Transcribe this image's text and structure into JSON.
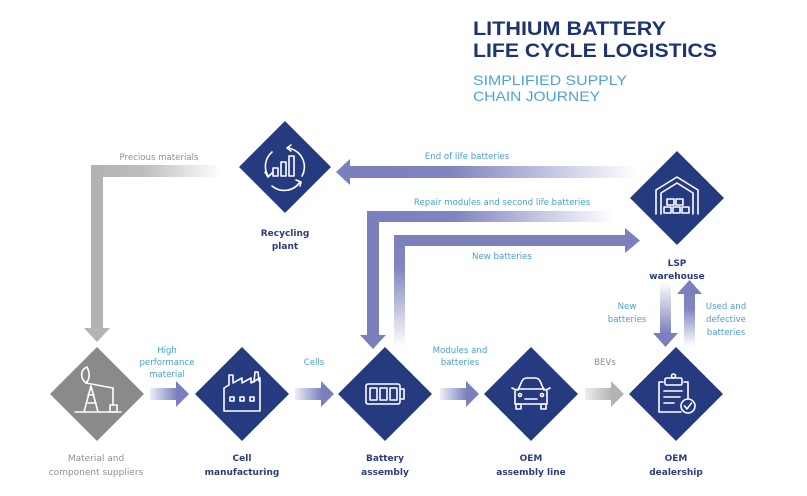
{
  "title": {
    "line1": "LITHIUM BATTERY",
    "line2": "LIFE CYCLE LOGISTICS"
  },
  "subtitle": {
    "line1": "SIMPLIFIED SUPPLY",
    "line2": "CHAIN JOURNEY"
  },
  "colors": {
    "node_navy": "#263a80",
    "node_gray": "#8a8a8a",
    "arrow_purple": "#7b7fbc",
    "arrow_gray": "#b3b3b3",
    "title": "#1e3371",
    "subtitle": "#4ea3d6",
    "flow_label": "#4b9fd2"
  },
  "nodes": [
    {
      "id": "material-suppliers",
      "label": [
        "Material and",
        "component suppliers"
      ],
      "icon": "oil-pump-icon"
    },
    {
      "id": "cell-manufacturing",
      "label": [
        "Cell",
        "manufacturing"
      ],
      "icon": "factory-icon"
    },
    {
      "id": "battery-assembly",
      "label": [
        "Battery",
        "assembly"
      ],
      "icon": "battery-icon"
    },
    {
      "id": "oem-assembly-line",
      "label": [
        "OEM",
        "assembly line"
      ],
      "icon": "car-icon"
    },
    {
      "id": "oem-dealership",
      "label": [
        "OEM",
        "dealership"
      ],
      "icon": "clipboard-check-icon"
    },
    {
      "id": "lsp-warehouse",
      "label": [
        "LSP",
        "warehouse"
      ],
      "icon": "warehouse-icon"
    },
    {
      "id": "recycling-plant",
      "label": [
        "Recycling",
        "plant"
      ],
      "icon": "recycling-chart-icon"
    }
  ],
  "flows": {
    "precious_materials": {
      "label": [
        "Precious materials"
      ],
      "from": "recycling-plant",
      "to": "material-suppliers"
    },
    "end_of_life": {
      "label": [
        "End of life batteries"
      ],
      "from": "lsp-warehouse",
      "to": "recycling-plant"
    },
    "repair_modules": {
      "label": [
        "Repair modules and second life batteries"
      ],
      "from": "lsp-warehouse",
      "to": "battery-assembly"
    },
    "new_batteries_to_lsp": {
      "label": [
        "New batteries"
      ],
      "from": "battery-assembly",
      "to": "lsp-warehouse"
    },
    "high_performance": {
      "label": [
        "High",
        "performance",
        "material"
      ],
      "from": "material-suppliers",
      "to": "cell-manufacturing"
    },
    "cells": {
      "label": [
        "Cells"
      ],
      "from": "cell-manufacturing",
      "to": "battery-assembly"
    },
    "modules": {
      "label": [
        "Modules and",
        "batteries"
      ],
      "from": "battery-assembly",
      "to": "oem-assembly-line"
    },
    "bevs": {
      "label": [
        "BEVs"
      ],
      "from": "oem-assembly-line",
      "to": "oem-dealership"
    },
    "new_batteries_to_dealer": {
      "label": [
        "New",
        "batteries"
      ],
      "from": "lsp-warehouse",
      "to": "oem-dealership"
    },
    "used_defective": {
      "label": [
        "Used and",
        "defective",
        "batteries"
      ],
      "from": "oem-dealership",
      "to": "lsp-warehouse"
    }
  }
}
